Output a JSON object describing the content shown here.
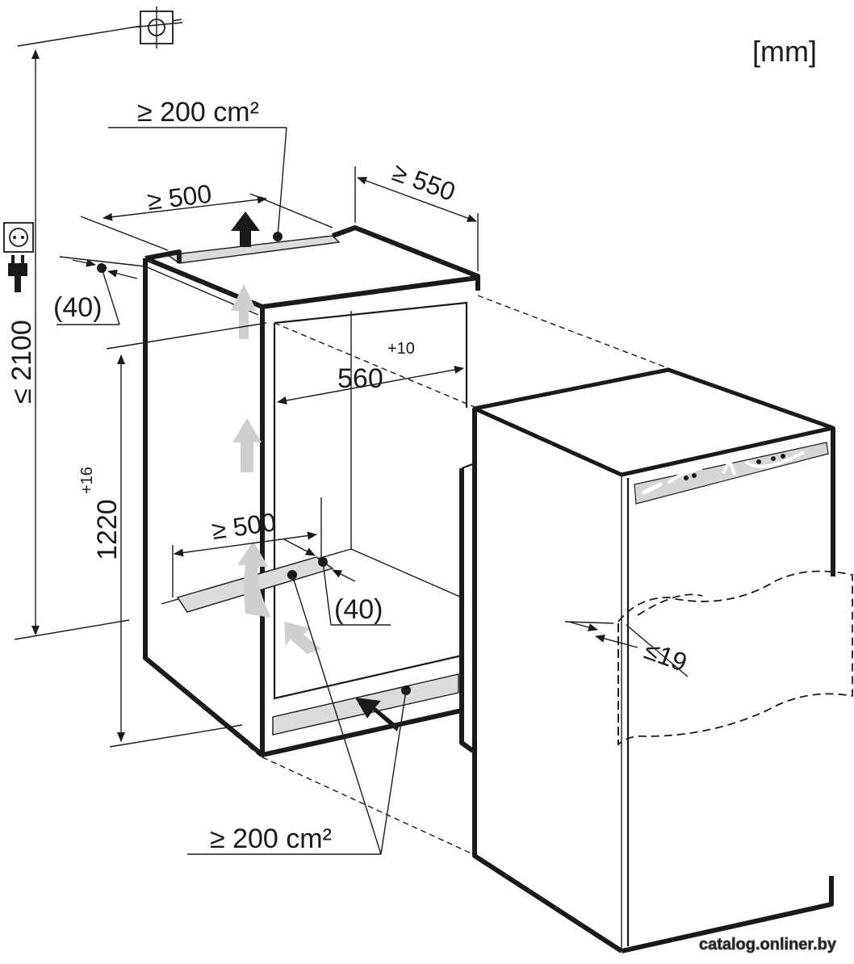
{
  "unit_label": "[mm]",
  "labels": {
    "top_vent_area": "≥ 200 cm²",
    "top_vent_width": "≥ 500",
    "cabinet_depth": "≥ 550",
    "top_gap": "(40)",
    "total_height": "≤ 2100",
    "niche_height": "1220",
    "niche_height_tol": "+16",
    "niche_width": "560",
    "niche_width_tol": "+10",
    "bottom_vent_width": "≥ 500",
    "bottom_gap": "(40)",
    "bottom_vent_area": "≥ 200 cm²",
    "door_thickness": "≤19"
  },
  "watermark": "catalog.onliner.by"
}
